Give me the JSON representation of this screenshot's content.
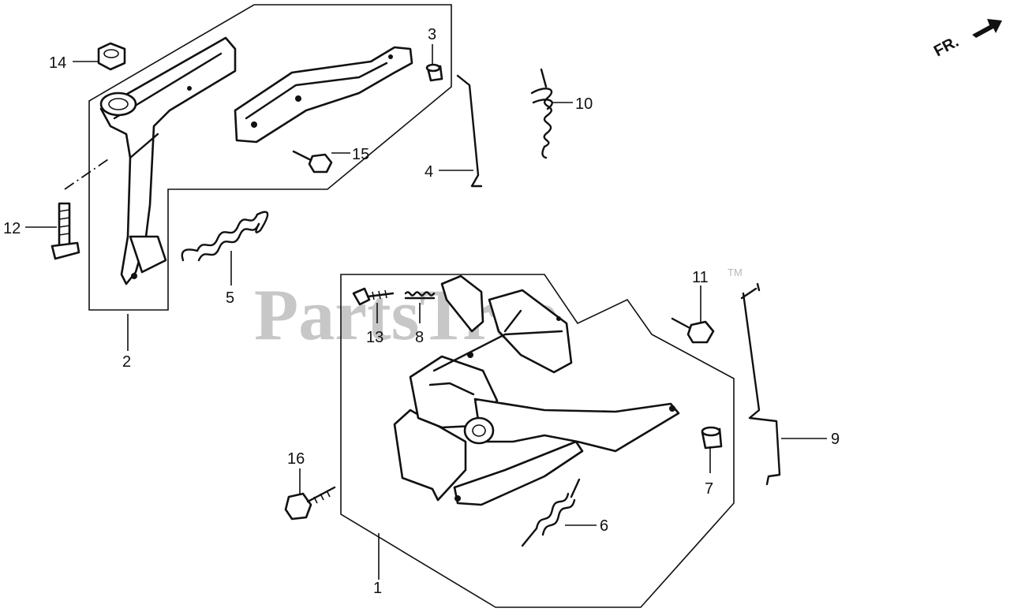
{
  "watermark": {
    "text": "PartsTree",
    "trademark": "TM"
  },
  "direction": {
    "label": "FR."
  },
  "callouts": {
    "c1": "1",
    "c2": "2",
    "c3": "3",
    "c4": "4",
    "c5": "5",
    "c6": "6",
    "c7": "7",
    "c8": "8",
    "c9": "9",
    "c10": "10",
    "c11": "11",
    "c12": "12",
    "c13": "13",
    "c14": "14",
    "c15": "15",
    "c16": "16"
  }
}
